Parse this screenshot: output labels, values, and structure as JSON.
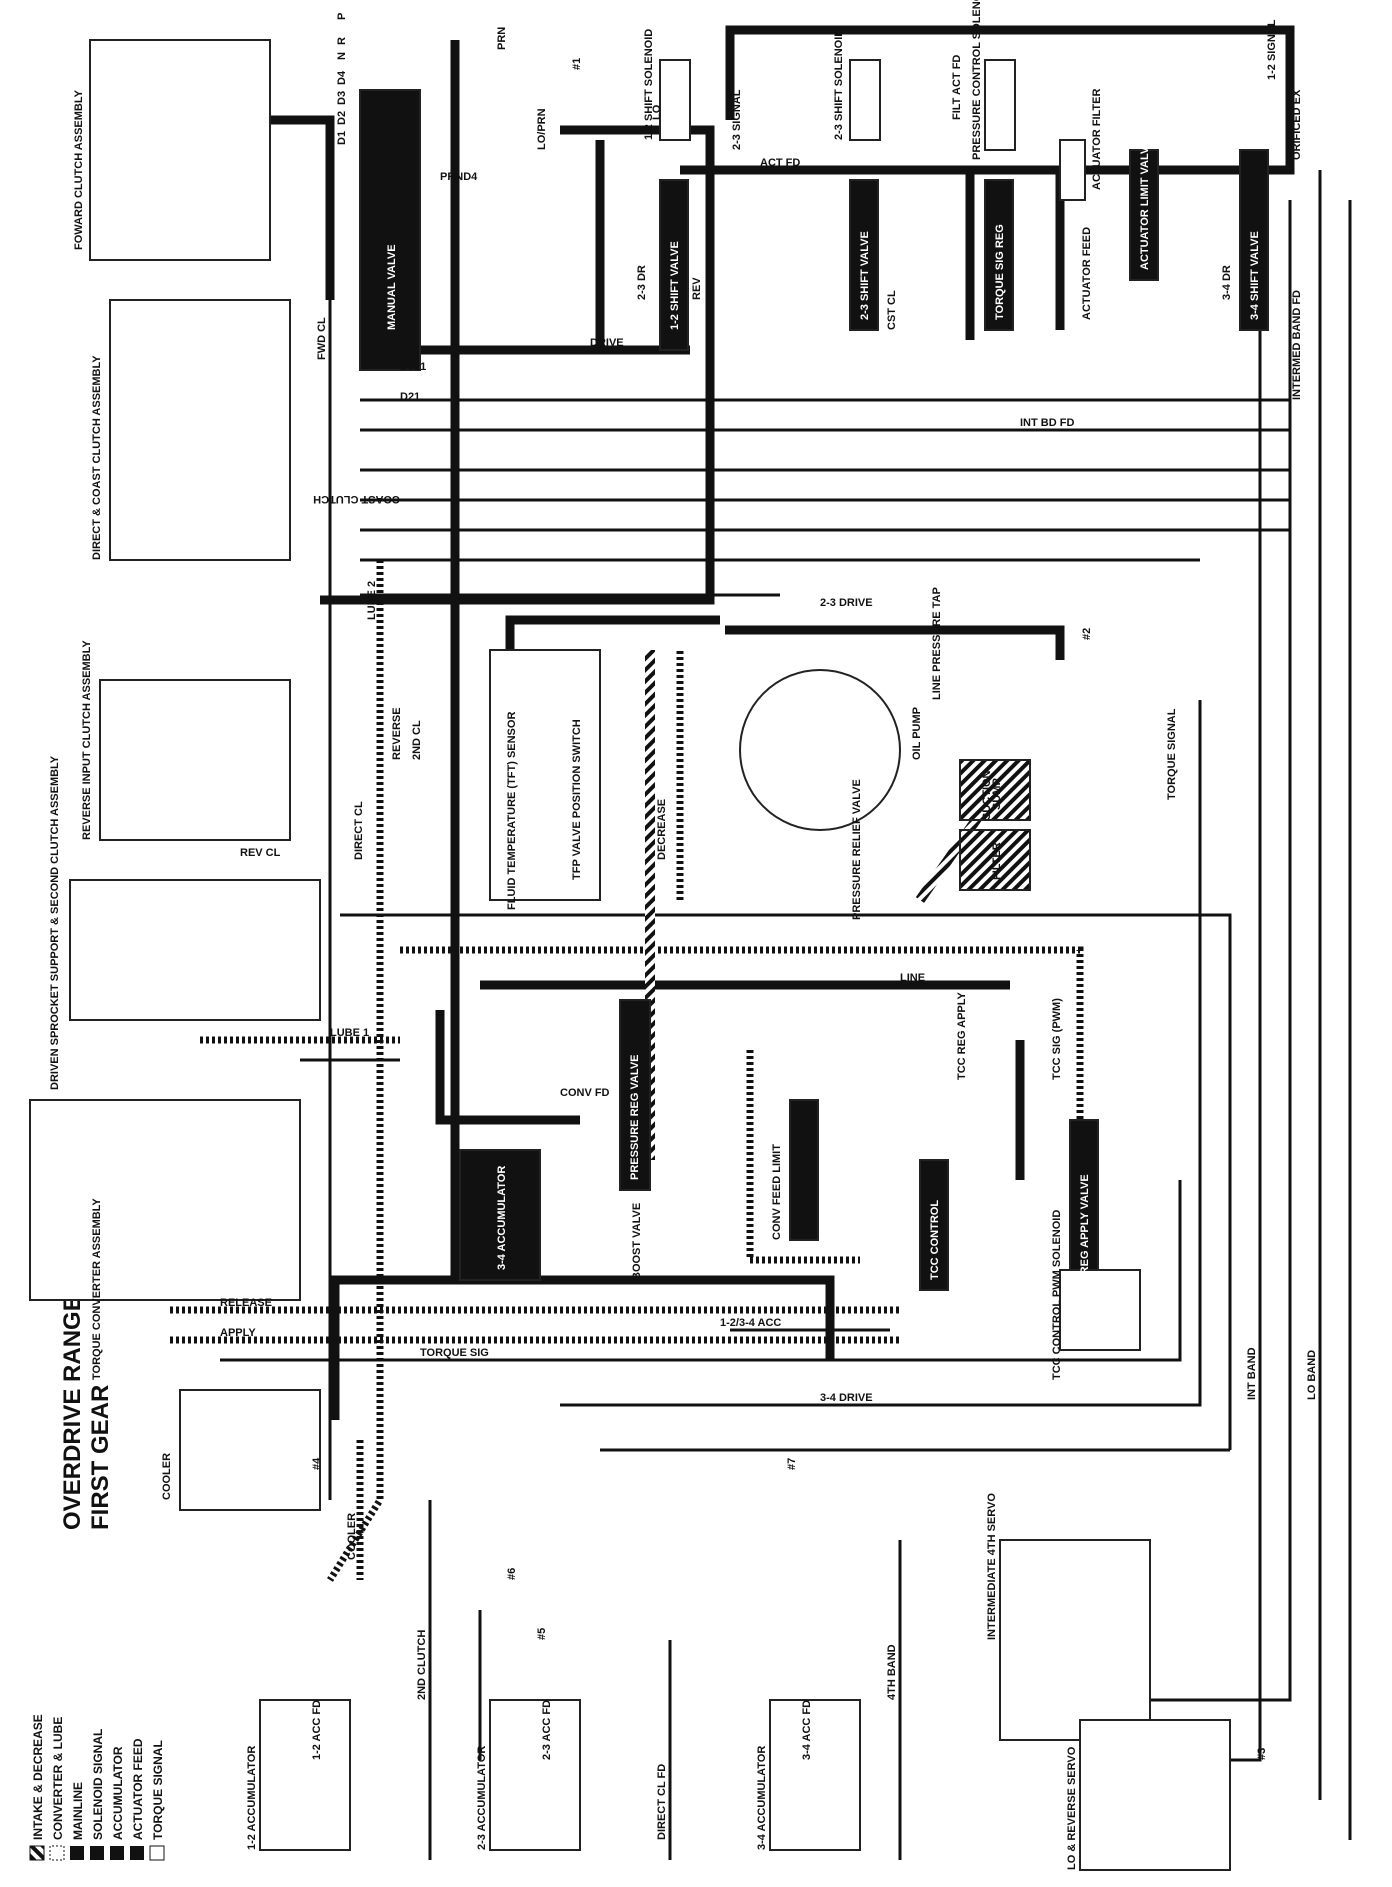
{
  "title": {
    "line1": "OVERDRIVE RANGE",
    "line2": "FIRST GEAR"
  },
  "legend": [
    {
      "label": "INTAKE & DECREASE",
      "style": "hatch"
    },
    {
      "label": "CONVERTER & LUBE",
      "style": "dotted"
    },
    {
      "label": "MAINLINE",
      "style": "solid"
    },
    {
      "label": "SOLENOID SIGNAL",
      "style": "solid"
    },
    {
      "label": "ACCUMULATOR",
      "style": "solid"
    },
    {
      "label": "ACTUATOR FEED",
      "style": "solid"
    },
    {
      "label": "TORQUE SIGNAL",
      "style": "open"
    }
  ],
  "components": {
    "forward_clutch": "FOWARD CLUTCH ASSEMBLY",
    "direct_coast_clutch": "DIRECT & COAST CLUTCH ASSEMBLY",
    "reverse_input_clutch": "REVERSE INPUT CLUTCH ASSEMBLY",
    "driven_sprocket": "DRIVEN SPROCKET SUPPORT & SECOND CLUTCH ASSEMBLY",
    "torque_converter": "TORQUE CONVERTER ASSEMBLY",
    "cooler": "COOLER",
    "manual_valve": "MANUAL VALVE",
    "shift_1_2_solenoid": "1-2 SHIFT SOLENOID",
    "shift_2_3_solenoid": "2-3 SHIFT SOLENOID",
    "pressure_control_solenoid": "PRESSURE CONTROL SOLENOID",
    "actuator_filter": "ACTUATOR FILTER",
    "shift_1_2_valve": "1-2 SHIFT VALVE",
    "shift_2_3_valve": "2-3 SHIFT VALVE",
    "shift_3_4_valve": "3-4 SHIFT VALVE",
    "torque_sig_reg": "TORQUE SIG REG",
    "actuator_limit_valve": "ACTUATOR LIMIT VALVE",
    "oil_pump": "OIL PUMP",
    "line_pressure_tap": "LINE PRESSURE TAP",
    "suction": "SUCTION",
    "filter": "FILTER",
    "sump": "SUMP",
    "pressure_relief_valve": "PRESSURE RELIEF VALVE",
    "tfp_switch": "TFP VALVE POSITION SWITCH",
    "fluid_temp_sensor": "FLUID TEMPERATURE (TFT) SENSOR",
    "pressure_reg_valve": "PRESSURE REG VALVE",
    "boost_valve": "BOOST VALVE",
    "accumulator_3_4_valve": "3-4 ACCUMULATOR",
    "converter_feed_limit": "CONV FEED LIMIT",
    "tcc_control": "TCC CONTROL",
    "tcc_reg_apply_valve": "TCC REG APPLY VALVE",
    "tcc_pwm_solenoid": "TCC CONTROL PWM SOLENOID",
    "accumulator_1_2": "1-2 ACCUMULATOR",
    "accumulator_2_3": "2-3 ACCUMULATOR",
    "accumulator_3_4": "3-4 ACCUMULATOR",
    "intermediate_servo": "INTERMEDIATE 4TH SERVO",
    "lo_reverse_servo": "LO & REVERSE SERVO"
  },
  "gear_positions": [
    "P",
    "R",
    "N",
    "D4",
    "D3",
    "D2",
    "D1"
  ],
  "checkballs": [
    "#1",
    "#2",
    "#3",
    "#4",
    "#5",
    "#6",
    "#7"
  ],
  "passages": {
    "fwd_cl": "FWD CL",
    "coast_clutch": "COAST CLUTCH",
    "lube2": "LUBE 2",
    "reverse": "REVERSE",
    "second_cl": "2ND CL",
    "direct_cl": "DIRECT CL",
    "rev_cl": "REV CL",
    "lube1": "LUBE 1",
    "release": "RELEASE",
    "apply": "APPLY",
    "torque_sig": "TORQUE SIG",
    "cooler": "COOLER",
    "three_four_drive": "3-4 DRIVE",
    "acc_1234": "1-2/3-4 ACC",
    "second_clutch": "2ND CLUTCH",
    "fourth_band": "4TH BAND",
    "int_band": "INT BAND",
    "lo_band": "LO BAND",
    "line": "LINE",
    "drive": "DRIVE",
    "prn": "PRN",
    "lo": "LO",
    "lo_prn": "LO/PRN",
    "prnd4": "PRND4",
    "d321": "D321",
    "d21": "D21",
    "two_three_drive": "2-3 DRIVE",
    "tcc_sig_pwm": "TCC SIG (PWM)",
    "tcc_reg_apply": "TCC REG APPLY",
    "conv_fd": "CONV FD",
    "decrease": "DECREASE",
    "torque_signal": "TORQUE SIGNAL",
    "int_bd_fd": "INT BD FD",
    "intermed_band_fd": "INTERMED BAND FD",
    "orificed_ex": "ORIFICED EX",
    "one_two_signal": "1-2 SIGNAL",
    "two_three_signal": "2-3 SIGNAL",
    "act_fd": "ACT FD",
    "filt_act_fd": "FILT ACT FD",
    "actuator_feed": "ACTUATOR FEED",
    "acc_12_fd": "1-2 ACC FD",
    "acc_23_fd": "2-3 ACC FD",
    "acc_34_fd": "3-4 ACC FD",
    "direct_cl_fd": "DIRECT CL FD",
    "three_four_dr": "3-4 DR",
    "two_three_dr": "2-3 DR",
    "cst_cl": "CST CL",
    "rev": "REV"
  },
  "colors": {
    "mainline": "#111111",
    "outline": "#333333",
    "background": "#ffffff"
  }
}
